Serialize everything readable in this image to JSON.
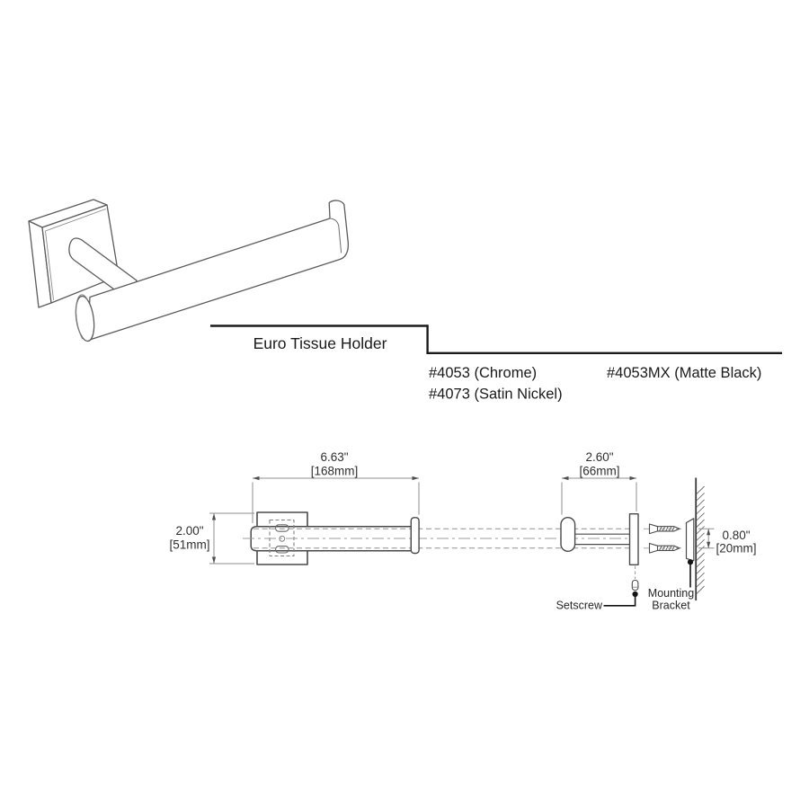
{
  "title_block": {
    "title": "Euro Tissue Holder"
  },
  "models": {
    "chrome": "#4053 (Chrome)",
    "satin_nickel": "#4073 (Satin Nickel)",
    "matte_black": "#4053MX (Matte Black)"
  },
  "dimensions": {
    "overall_length": {
      "inches": "6.63\"",
      "metric": "[168mm]"
    },
    "wall_projection": {
      "inches": "2.60\"",
      "metric": "[66mm]"
    },
    "plate_size": {
      "inches": "2.00\"",
      "metric": "[51mm]"
    },
    "bracket_offset": {
      "inches": "0.80\"",
      "metric": "[20mm]"
    }
  },
  "callouts": {
    "setscrew": "Setscrew",
    "mounting_bracket_line1": "Mounting",
    "mounting_bracket_line2": "Bracket"
  },
  "colors": {
    "ink": "#1a1a1a",
    "part_line": "#4a4a4a",
    "dim_line": "#8f8f8f",
    "hidden_line": "#9a9a9a",
    "background": "#ffffff"
  }
}
